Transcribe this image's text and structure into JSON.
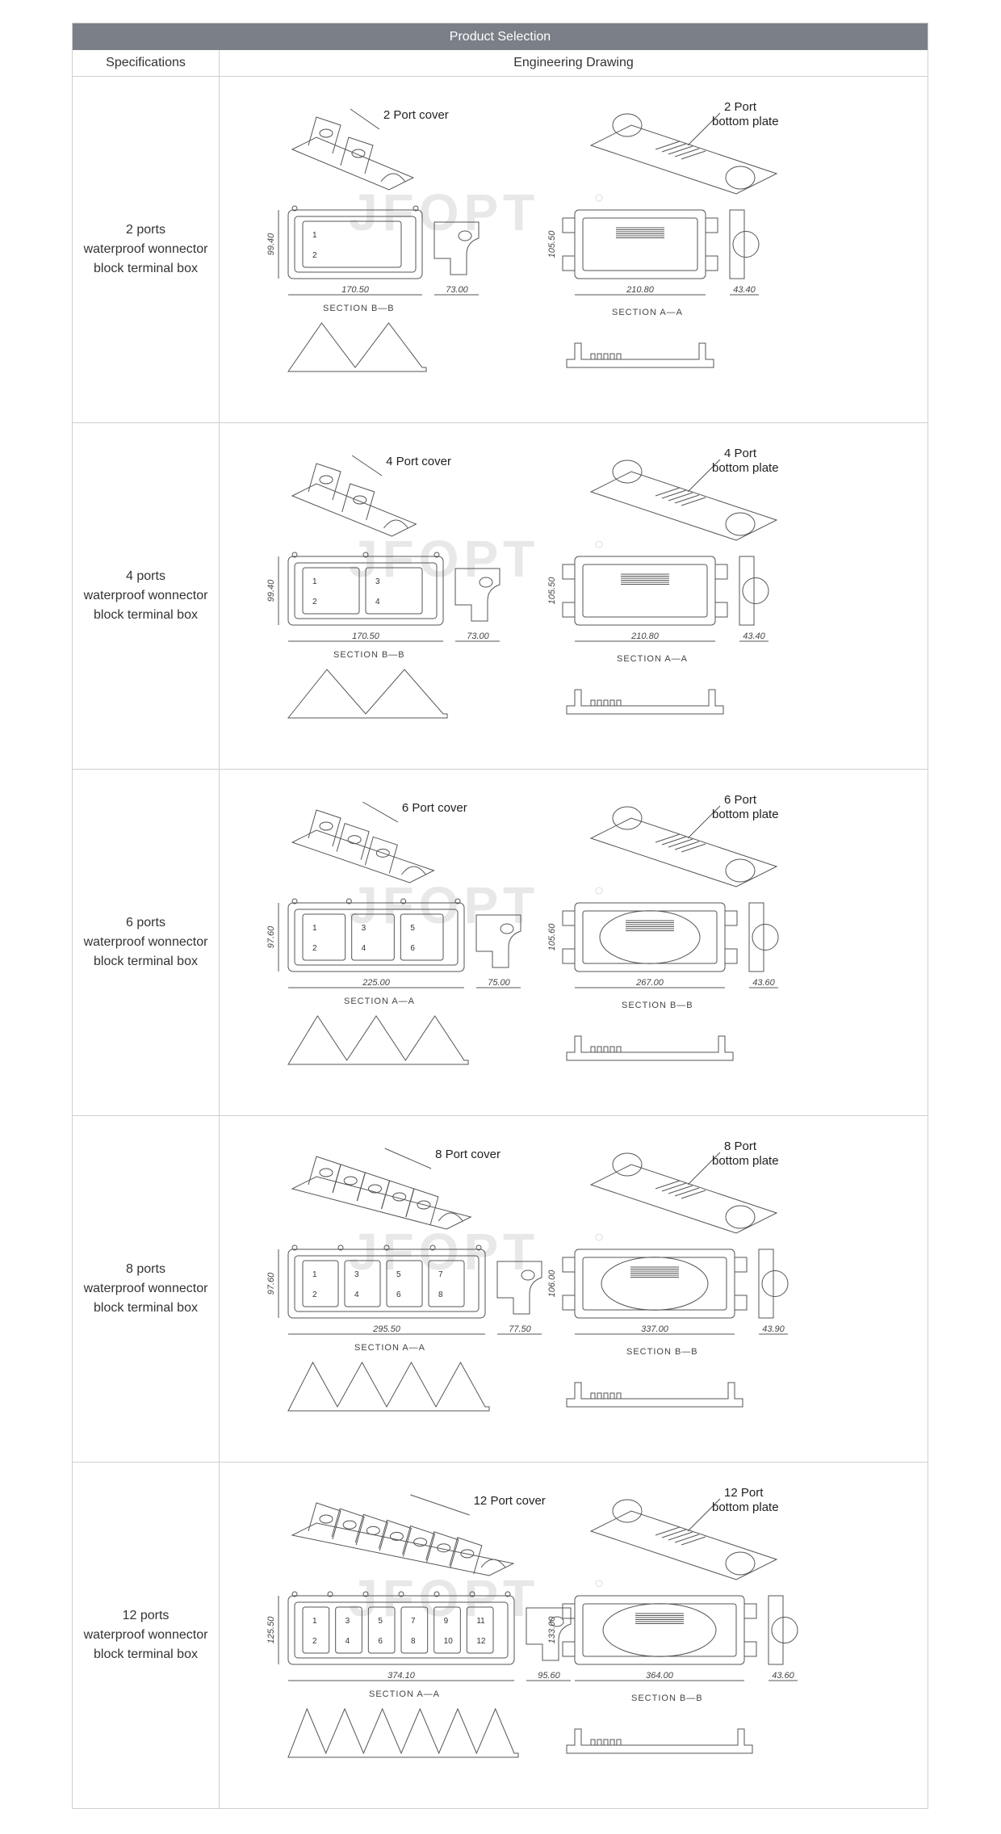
{
  "table": {
    "title": "Product Selection",
    "col_spec": "Specifications",
    "col_drawing": "Engineering Drawing"
  },
  "watermark": "JFOPT",
  "rows": [
    {
      "spec": [
        "2 ports",
        "waterproof wonnector",
        "block terminal box"
      ],
      "cover_label": "2 Port  cover",
      "plate_label": [
        "2 Port",
        "bottom plate"
      ],
      "ports": 2,
      "dims": {
        "cover_h": "99.40",
        "cover_w": "170.50",
        "side_w": "73.00",
        "plate_h": "105.50",
        "plate_w": "210.80",
        "plate_side": "43.40"
      },
      "sec_left": "SECTION  B—B",
      "sec_right": "SECTION  A—A"
    },
    {
      "spec": [
        "4 ports",
        "waterproof wonnector",
        "block terminal box"
      ],
      "cover_label": "4 Port  cover",
      "plate_label": [
        "4 Port",
        "bottom plate"
      ],
      "ports": 4,
      "dims": {
        "cover_h": "99.40",
        "cover_w": "170.50",
        "side_w": "73.00",
        "plate_h": "105.50",
        "plate_w": "210.80",
        "plate_side": "43.40"
      },
      "sec_left": "SECTION  B—B",
      "sec_right": "SECTION  A—A"
    },
    {
      "spec": [
        "6 ports",
        "waterproof wonnector",
        "block terminal box"
      ],
      "cover_label": "6 Port  cover",
      "plate_label": [
        "6 Port",
        "bottom plate"
      ],
      "ports": 6,
      "dims": {
        "cover_h": "97.60",
        "cover_w": "225.00",
        "side_w": "75.00",
        "plate_h": "105.60",
        "plate_w": "267.00",
        "plate_side": "43.60"
      },
      "sec_left": "SECTION  A—A",
      "sec_right": "SECTION  B—B"
    },
    {
      "spec": [
        "8 ports",
        "waterproof wonnector",
        "block terminal box"
      ],
      "cover_label": "8 Port  cover",
      "plate_label": [
        "8 Port",
        "bottom plate"
      ],
      "ports": 8,
      "dims": {
        "cover_h": "97.60",
        "cover_w": "295.50",
        "side_w": "77.50",
        "plate_h": "106.00",
        "plate_w": "337.00",
        "plate_side": "43.90"
      },
      "sec_left": "SECTION  A—A",
      "sec_right": "SECTION  B—B"
    },
    {
      "spec": [
        "12 ports",
        "waterproof wonnector",
        "block terminal box"
      ],
      "cover_label": "12 Port  cover",
      "plate_label": [
        "12 Port",
        "bottom plate"
      ],
      "ports": 12,
      "dims": {
        "cover_h": "125.50",
        "cover_w": "374.10",
        "side_w": "95.60",
        "plate_h": "133.00",
        "plate_w": "364.00",
        "plate_side": "43.60"
      },
      "sec_left": "SECTION  A—A",
      "sec_right": "SECTION  B—B"
    }
  ]
}
